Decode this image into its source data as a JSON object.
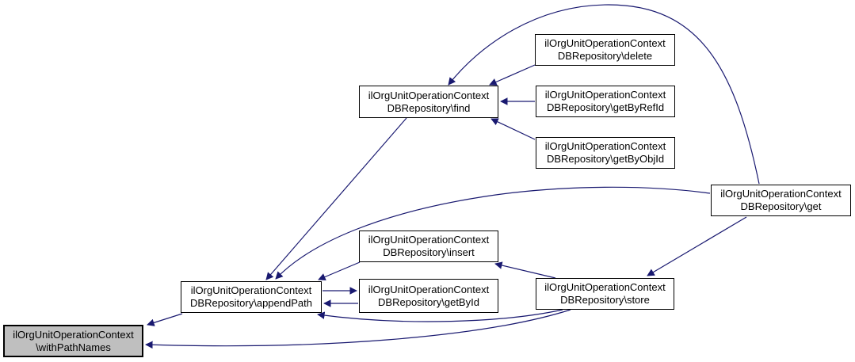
{
  "colors": {
    "edge": "#191970",
    "node_border": "#000000",
    "node_fill": "#ffffff",
    "root_fill": "#bfbfbf",
    "background": "#ffffff"
  },
  "nodes": {
    "with_path_names": {
      "line1": "ilOrgUnitOperationContext",
      "line2": "\\withPathNames"
    },
    "append_path": {
      "line1": "ilOrgUnitOperationContext",
      "line2": "DBRepository\\appendPath"
    },
    "find": {
      "line1": "ilOrgUnitOperationContext",
      "line2": "DBRepository\\find"
    },
    "delete": {
      "line1": "ilOrgUnitOperationContext",
      "line2": "DBRepository\\delete"
    },
    "get_by_ref_id": {
      "line1": "ilOrgUnitOperationContext",
      "line2": "DBRepository\\getByRefId"
    },
    "get_by_obj_id": {
      "line1": "ilOrgUnitOperationContext",
      "line2": "DBRepository\\getByObjId"
    },
    "get": {
      "line1": "ilOrgUnitOperationContext",
      "line2": "DBRepository\\get"
    },
    "insert": {
      "line1": "ilOrgUnitOperationContext",
      "line2": "DBRepository\\insert"
    },
    "get_by_id": {
      "line1": "ilOrgUnitOperationContext",
      "line2": "DBRepository\\getById"
    },
    "store": {
      "line1": "ilOrgUnitOperationContext",
      "line2": "DBRepository\\store"
    }
  },
  "edges": [
    {
      "from": "get",
      "to": "find"
    },
    {
      "from": "delete",
      "to": "find"
    },
    {
      "from": "get_by_ref_id",
      "to": "find"
    },
    {
      "from": "get_by_obj_id",
      "to": "find"
    },
    {
      "from": "find",
      "to": "append_path"
    },
    {
      "from": "get",
      "to": "append_path"
    },
    {
      "from": "insert",
      "to": "append_path"
    },
    {
      "from": "append_path",
      "to": "get_by_id"
    },
    {
      "from": "get_by_id",
      "to": "append_path"
    },
    {
      "from": "store",
      "to": "insert"
    },
    {
      "from": "get",
      "to": "store"
    },
    {
      "from": "store",
      "to": "append_path"
    },
    {
      "from": "store",
      "to": "with_path_names"
    },
    {
      "from": "append_path",
      "to": "with_path_names"
    }
  ]
}
